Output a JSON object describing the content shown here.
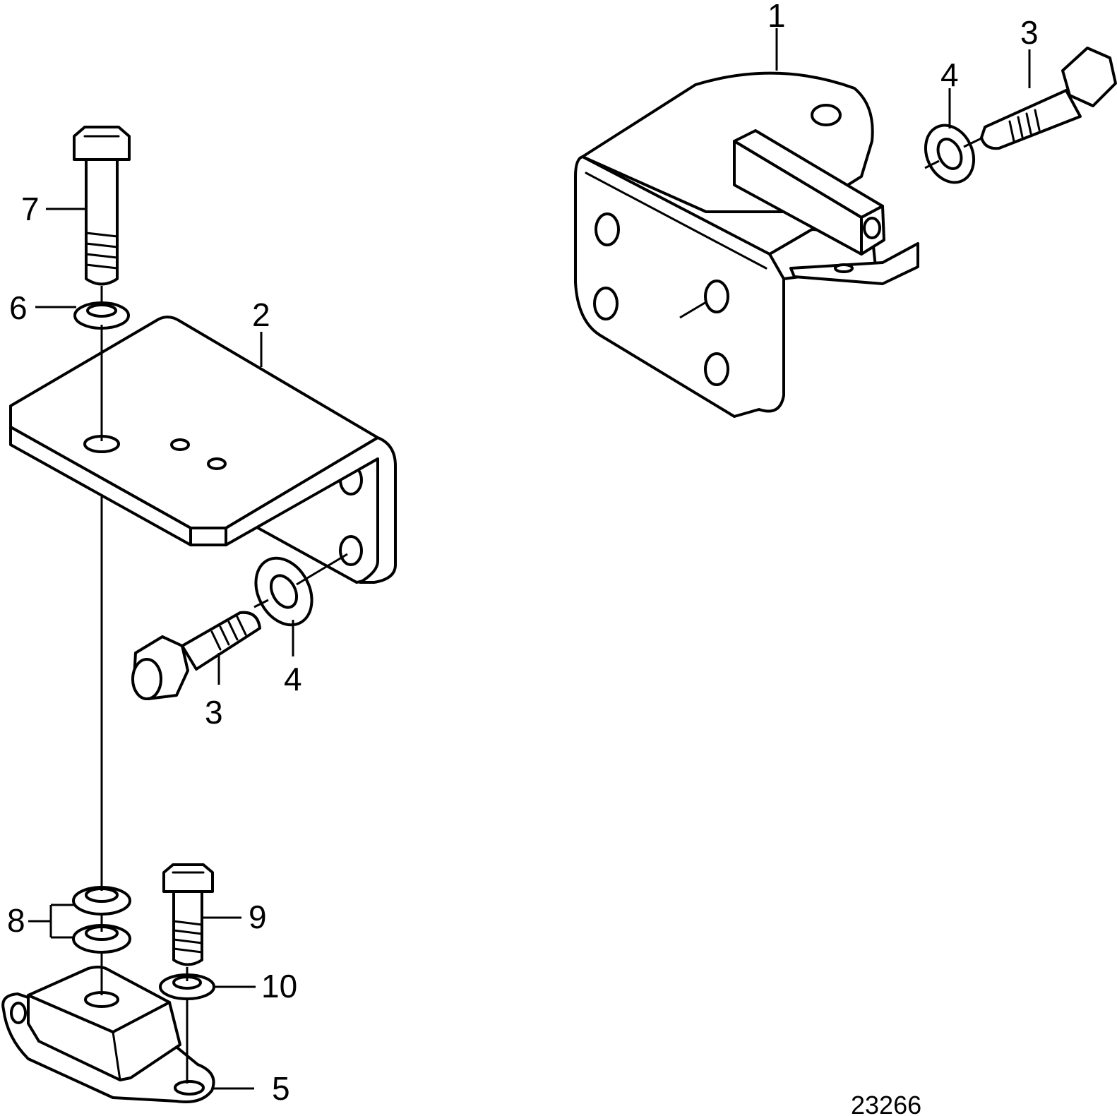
{
  "callouts": {
    "c1": "1",
    "c2": "2",
    "c3_left": "3",
    "c3_right": "3",
    "c4_left": "4",
    "c4_right": "4",
    "c5": "5",
    "c6": "6",
    "c7": "7",
    "c8": "8",
    "c9": "9",
    "c10": "10"
  },
  "drawing_number": "23266"
}
